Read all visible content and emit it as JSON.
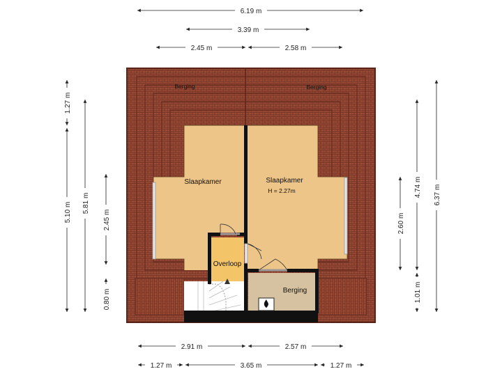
{
  "floorplan": {
    "rooms": {
      "slaapkamer_left": "Slaapkamer",
      "slaapkamer_right": "Slaapkamer",
      "slaapkamer_right_height": "H = 2.27m",
      "overloop": "Overloop",
      "berging_small": "Berging",
      "berging_top_left": "Berging",
      "berging_top_right": "Berging"
    },
    "dimensions": {
      "top_total": "6.19 m",
      "top_middle": "3.39 m",
      "top_left": "2.45 m",
      "top_right": "2.58 m",
      "bottom_left": "2.91 m",
      "bottom_right": "2.57 m",
      "bottom_a": "1.27 m",
      "bottom_b": "3.65 m",
      "bottom_c": "1.27 m",
      "left_top": "1.27 m",
      "left_total": "5.10 m",
      "left_inner": "5.81 m",
      "left_middle": "2.45 m",
      "left_bottom": "0.80 m",
      "right_middle": "2.60 m",
      "right_inner": "4.74 m",
      "right_total": "6.37 m",
      "right_bottom": "1.01 m"
    },
    "icons": {
      "boiler": "boiler-icon"
    },
    "colors": {
      "roof_tile": "#9a4a35",
      "roof_tile_dark": "#6e2f22",
      "room_floor": "#eec588",
      "overloop_floor": "#f4c468",
      "storage_floor": "#d6c2a0",
      "wall": "#111111"
    }
  }
}
